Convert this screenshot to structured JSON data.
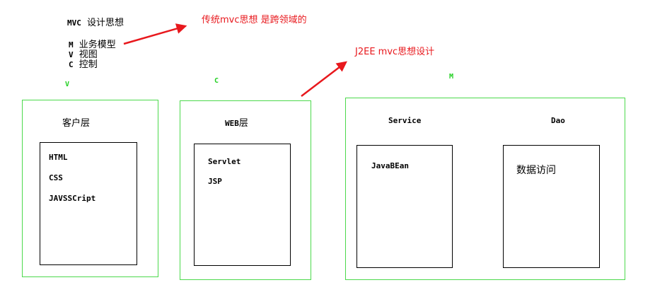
{
  "legend": {
    "title_code": "MVC",
    "title_text": "设计思想",
    "items": [
      {
        "letter": "M",
        "text": "业务模型"
      },
      {
        "letter": "V",
        "text": "视图"
      },
      {
        "letter": "C",
        "text": "控制"
      }
    ]
  },
  "notes": {
    "mvc_cross_domain": "传统mvc思想  是跨领域的",
    "j2ee_design": "J2EE mvc思想设计"
  },
  "layers": {
    "client": {
      "marker": "V",
      "title": "客户层",
      "items": [
        "HTML",
        "CSS",
        "JAVSSCript"
      ]
    },
    "web": {
      "marker": "C",
      "title_code": "WEB",
      "title_text": "层",
      "items": [
        "Servlet",
        "JSP"
      ]
    },
    "model": {
      "marker": "M",
      "service_title": "Service",
      "service_items": [
        "JavaBEan"
      ],
      "dao_title": "Dao",
      "dao_items": [
        "数据访问"
      ]
    }
  },
  "colors": {
    "arrow": "#e8181d",
    "green_border": "#4cd94c",
    "green_text": "#22d022"
  }
}
